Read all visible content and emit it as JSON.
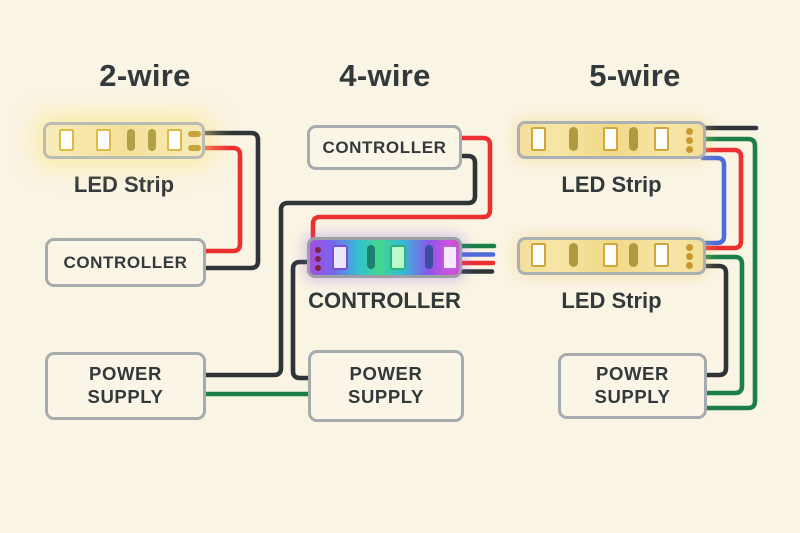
{
  "canvas": {
    "background": "#FAF4E4"
  },
  "columns": [
    {
      "title": "2-wire",
      "led_strip_label": "LED Strip",
      "controller_label": "CONTROLLER",
      "power_supply_label": "POWER\nSUPPLY"
    },
    {
      "title": "4-wire",
      "controller_label": "CONTROLLER",
      "strip_caption": "CONTROLLER",
      "power_supply_label": "POWER\nSUPPLY"
    },
    {
      "title": "5-wire",
      "led_strip1_label": "LED Strip",
      "led_strip2_label": "LED Strip",
      "power_supply_label": "POWER\nSUPPLY"
    }
  ],
  "wire_colors": {
    "black": "#2F3437",
    "red": "#EC2F2F",
    "green": "#1B7F47",
    "blue": "#4D6BDB"
  }
}
